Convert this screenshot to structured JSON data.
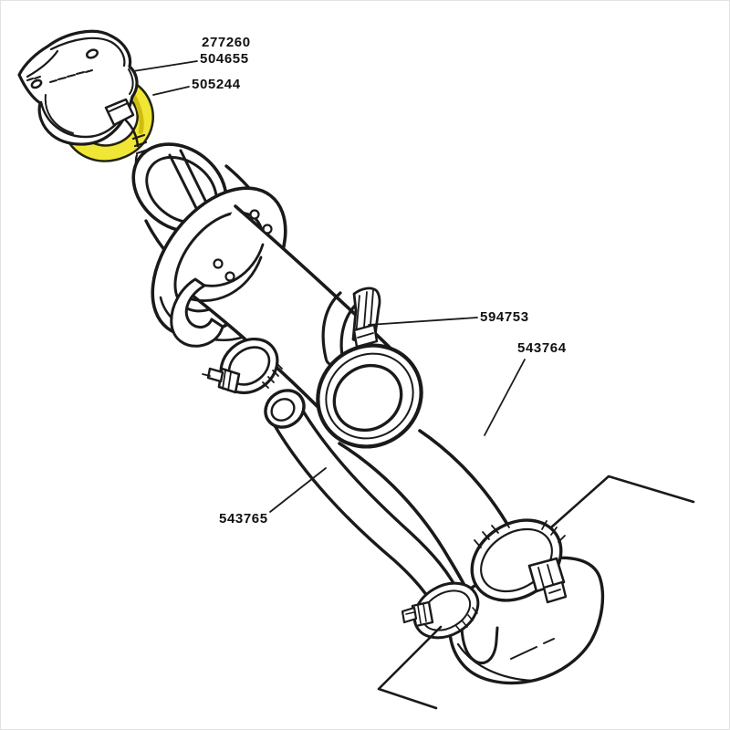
{
  "diagram": {
    "kind": "exploded-parts-line-drawing",
    "background_color": "#ffffff",
    "line_color": "#1a1a1a",
    "highlight_color": "#f0e636",
    "highlight_shade_color": "#cdbd12",
    "parts": [
      {
        "label": "277260",
        "component": "fuel-filler-cap",
        "highlighted": false
      },
      {
        "label": "504655",
        "component": "fuel-filler-cap-alt",
        "highlighted": false
      },
      {
        "label": "505244",
        "component": "cap-seal-ring",
        "highlighted": true
      },
      {
        "label": "594753",
        "component": "filler-neck-clamp",
        "highlighted": false
      },
      {
        "label": "543764",
        "component": "filler-hose-main",
        "highlighted": false
      },
      {
        "label": "543765",
        "component": "vent-hose",
        "highlighted": false
      }
    ]
  }
}
